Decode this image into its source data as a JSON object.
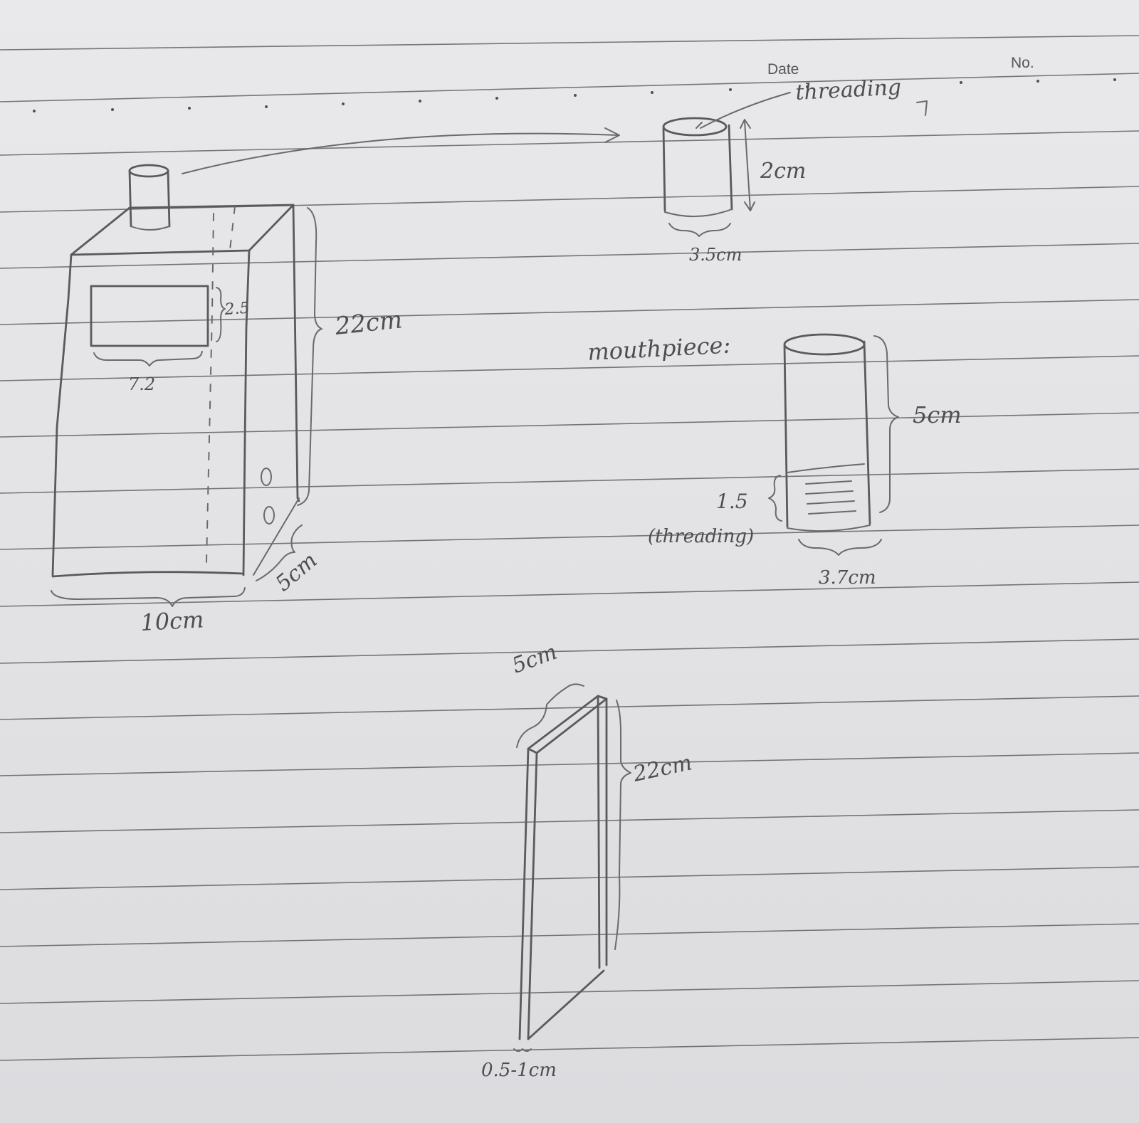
{
  "header": {
    "date_label": "Date",
    "number_label": "No."
  },
  "device_sketch": {
    "screen_height": "2.5",
    "screen_width": "7.2",
    "height": "22cm",
    "width": "10cm",
    "depth": "5cm"
  },
  "cap_sketch": {
    "threading_label": "threading",
    "height": "2cm",
    "diameter": "3.5cm"
  },
  "mouthpiece_sketch": {
    "label": "mouthpiece:",
    "height": "5cm",
    "thread_length": "1.5",
    "thread_note": "(threading)",
    "diameter": "3.7cm"
  },
  "panel_sketch": {
    "width": "5cm",
    "height": "22cm",
    "thickness": "0.5-1cm"
  }
}
